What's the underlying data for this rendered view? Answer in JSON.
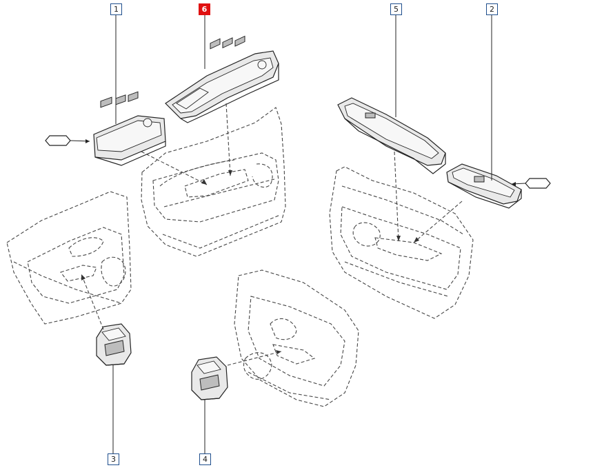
{
  "callouts": {
    "c1": {
      "label": "1",
      "active": false
    },
    "c6": {
      "label": "6",
      "active": true
    },
    "c5": {
      "label": "5",
      "active": false
    },
    "c2": {
      "label": "2",
      "active": false
    },
    "c3": {
      "label": "3",
      "active": false
    },
    "c4": {
      "label": "4",
      "active": false
    }
  },
  "colors": {
    "callout_border": "#1d4d8c",
    "active_callout": "#e01010",
    "line": "#222222"
  }
}
